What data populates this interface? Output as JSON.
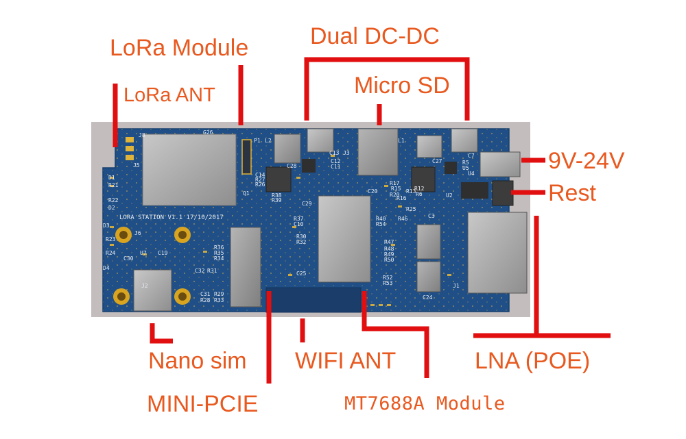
{
  "labels": {
    "lora_module": "LoRa Module",
    "lora_ant": "LoRa ANT",
    "dual_dcdc": "Dual DC-DC",
    "micro_sd": "Micro SD",
    "power_in": "9V-24V",
    "reset": "Rest",
    "nano_sim": "Nano sim",
    "wifi_ant": "WIFI ANT",
    "lna_poe": "LNA (POE)",
    "mini_pcie": "MINI-PCIE",
    "mt7688a": "MT7688A Module"
  },
  "board": {
    "silkscreen_title": "LORA STATION V1.1 17/10/2017",
    "designators": [
      "J8",
      "J5",
      "G26",
      "P1",
      "L2",
      "C13",
      "J3",
      "C20",
      "L1",
      "C7",
      "C28",
      "C12",
      "C11",
      "C14",
      "R27",
      "R26",
      "Q1",
      "R38",
      "R39",
      "C29",
      "R37",
      "C10",
      "D1",
      "R21",
      "R22",
      "D2",
      "D3",
      "R23",
      "R24",
      "D4",
      "J6",
      "U7",
      "C19",
      "C30",
      "J2",
      "R36",
      "R35",
      "R34",
      "C32",
      "R31",
      "C31",
      "R29",
      "R28",
      "R33",
      "R30",
      "R32",
      "C25",
      "R40",
      "R54",
      "R46",
      "R47",
      "R48",
      "R49",
      "R50",
      "R52",
      "R53",
      "R15",
      "R17",
      "R20",
      "R16",
      "R13",
      "R12",
      "R6",
      "R5",
      "U5",
      "U2",
      "U4",
      "C27",
      "C3",
      "C24",
      "J1",
      "R25"
    ]
  },
  "colors": {
    "label": "#e8591f",
    "leader": "#e10f10",
    "board": "#1f4f86",
    "backdrop": "#c4bdbd"
  }
}
